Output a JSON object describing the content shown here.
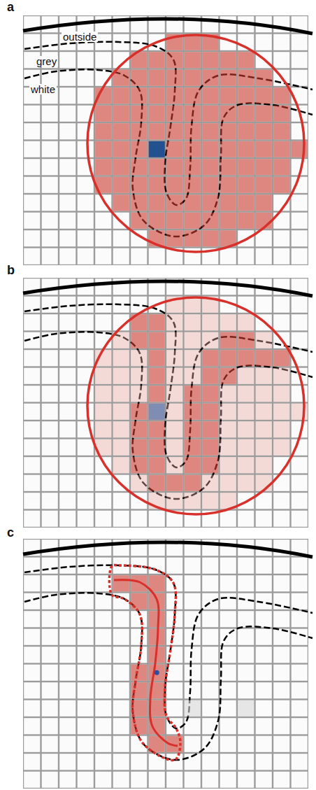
{
  "diagram": {
    "labels": [
      "a",
      "outside",
      "grey",
      "white",
      "b",
      "c"
    ]
  }
}
